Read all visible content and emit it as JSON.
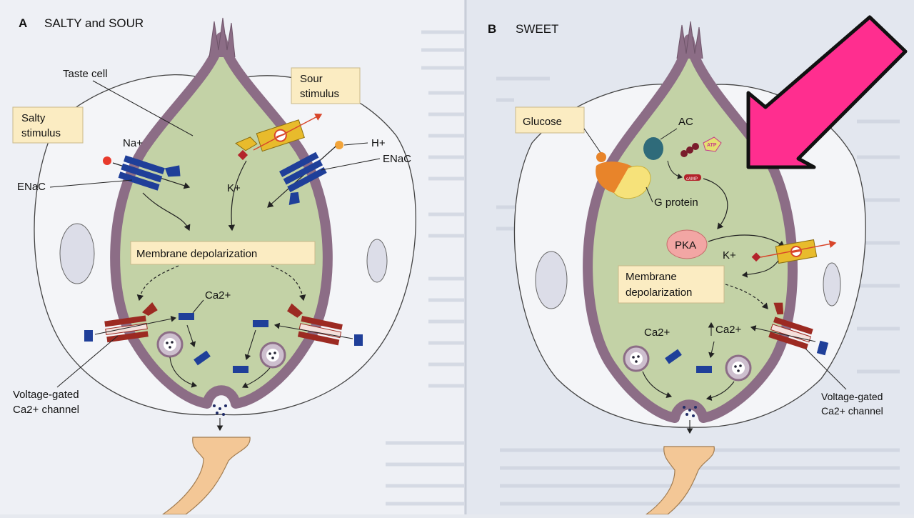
{
  "panel_a": {
    "letter": "A",
    "title": "SALTY and SOUR",
    "taste_cell": "Taste cell",
    "salty_stimulus": [
      "Salty",
      "stimulus"
    ],
    "sour_stimulus": [
      "Sour",
      "stimulus"
    ],
    "na": "Na+",
    "h": "H+",
    "k": "K+",
    "enac_left": "ENaC",
    "enac_right": "ENaC",
    "membrane_depolarization": "Membrane depolarization",
    "ca": "Ca2+",
    "vg_channel": [
      "Voltage-gated",
      "Ca2+ channel"
    ]
  },
  "panel_b": {
    "letter": "B",
    "title": "SWEET",
    "glucose": "Glucose",
    "ac": "AC",
    "atp": "ATP",
    "camp": "cAMP",
    "g_protein": "G protein",
    "pka": "PKA",
    "k": "K+",
    "membrane_depolarization": [
      "Membrane",
      "depolarization"
    ],
    "ca_left": "Ca2+",
    "ca_right": "Ca2+",
    "vg_channel": [
      "Voltage-gated",
      "Ca2+ channel"
    ]
  },
  "colors": {
    "cytoplasm": "#c3d2a6",
    "membrane": "#8c6d86",
    "label_box": "#fbecc2",
    "enac": "#1f3f99",
    "ca_channel": "#9c2a22",
    "k_channel": "#e8bb2c",
    "arrow": "#e8197a",
    "glucose": "#e8842a",
    "pka": "#f2a6a4"
  },
  "icons": {
    "highlight": "pink-arrow-icon"
  }
}
